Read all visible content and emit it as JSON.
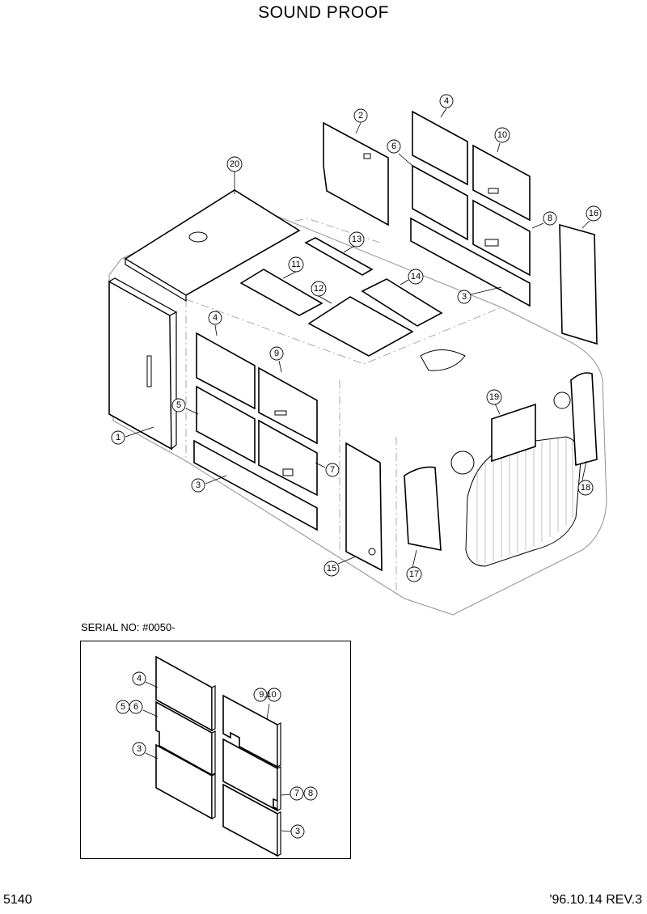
{
  "page": {
    "title": "SOUND PROOF",
    "serial_label": "SERIAL NO: #0050-",
    "page_number": "5140",
    "revision": "'96.10.14 REV.3"
  },
  "callouts": {
    "c1": "1",
    "c2": "2",
    "c3a": "3",
    "c3b": "3",
    "c4a": "4",
    "c4b": "4",
    "c5": "5",
    "c6": "6",
    "c7": "7",
    "c8": "8",
    "c9": "9",
    "c10": "10",
    "c11": "11",
    "c12": "12",
    "c13": "13",
    "c14": "14",
    "c15": "15",
    "c16": "16",
    "c17": "17",
    "c18": "18",
    "c19": "19",
    "c20": "20",
    "i4": "4",
    "i56": "5",
    "i56b": "6",
    "i3a": "3",
    "i910": "9,10",
    "i78": "7",
    "i78b": "8",
    "i3b": "3"
  }
}
